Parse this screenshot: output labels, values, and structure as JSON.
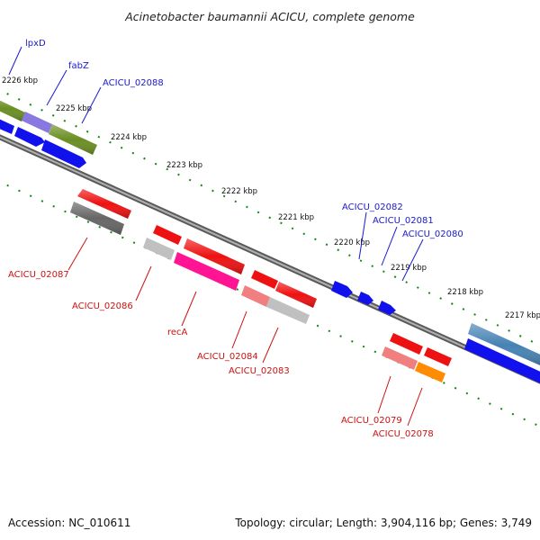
{
  "header": {
    "title": "Acinetobacter baumannii ACICU, complete genome"
  },
  "footer": {
    "accession": "Accession: NC_010611",
    "topology": "Topology: circular; Length: 3,904,116 bp; Genes: 3,749"
  },
  "ruler": {
    "ticks": [
      "2226 kbp",
      "2225 kbp",
      "2224 kbp",
      "2223 kbp",
      "2222 kbp",
      "2221 kbp",
      "2220 kbp",
      "2219 kbp",
      "2218 kbp",
      "2217 kbp"
    ]
  },
  "genes_top": [
    "lpxD",
    "fabZ",
    "ACICU_02088",
    "ACICU_02082",
    "ACICU_02081",
    "ACICU_02080"
  ],
  "genes_bottom": [
    "ACICU_02087",
    "ACICU_02086",
    "recA",
    "ACICU_02084",
    "ACICU_02083",
    "ACICU_02079",
    "ACICU_02078"
  ],
  "colors": {
    "backbone": "#8a8a8a",
    "tick_dot": "#118811",
    "blue_label": "#1a1acc",
    "red_label": "#cc1111",
    "gene_red": "#ee1111",
    "gene_blue": "#1111ee",
    "gene_olive": "#6b8e23",
    "gene_gray": "#666666",
    "gene_lightgray": "#c0c0c0",
    "gene_pink": "#ff1493",
    "gene_salmon": "#f08080",
    "gene_orange": "#ff8c00",
    "gene_steel": "#4682b4",
    "gene_purple": "#8878e0"
  }
}
